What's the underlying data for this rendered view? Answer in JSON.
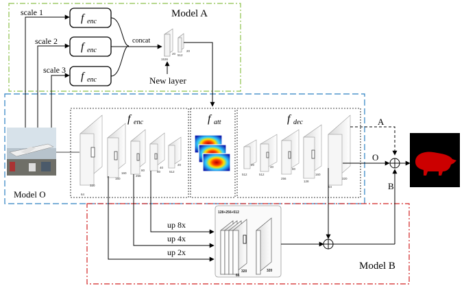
{
  "model_a": {
    "label": "Model A",
    "scales": [
      "scale 1",
      "scale 2",
      "scale 3"
    ],
    "encoder_symbol": "f",
    "encoder_sub": "enc",
    "concat_label": "concat",
    "new_layer_dims": [
      "1536",
      "20",
      "512",
      "20"
    ],
    "new_layer_label": "New layer"
  },
  "model_o": {
    "label": "Model O",
    "encoder_symbol": "f",
    "encoder_sub": "enc",
    "attention_symbol": "f",
    "attention_sub": "att",
    "decoder_symbol": "f",
    "decoder_sub": "dec",
    "encoder_dims": [
      "320",
      "160",
      "160",
      "256",
      "80",
      "80",
      "40",
      "512",
      "20",
      "64"
    ],
    "decoder_dims": [
      "512",
      "20",
      "512",
      "40",
      "256",
      "80",
      "128",
      "160",
      "64",
      "320"
    ]
  },
  "model_b": {
    "label": "Model B",
    "upsample_labels": [
      "up 8x",
      "up 4x",
      "up 2x"
    ],
    "concat_dims": "128+256+512",
    "block_dims": [
      "320",
      "320",
      "66"
    ]
  },
  "outputs": {
    "branch_a": "A",
    "branch_o": "O",
    "branch_b": "B"
  },
  "colors": {
    "model_a_border": "#8cc04a",
    "model_o_border": "#2a7fc0",
    "model_b_border": "#d02020",
    "mask_foreground": "#cc0000",
    "mask_background": "#000000"
  }
}
